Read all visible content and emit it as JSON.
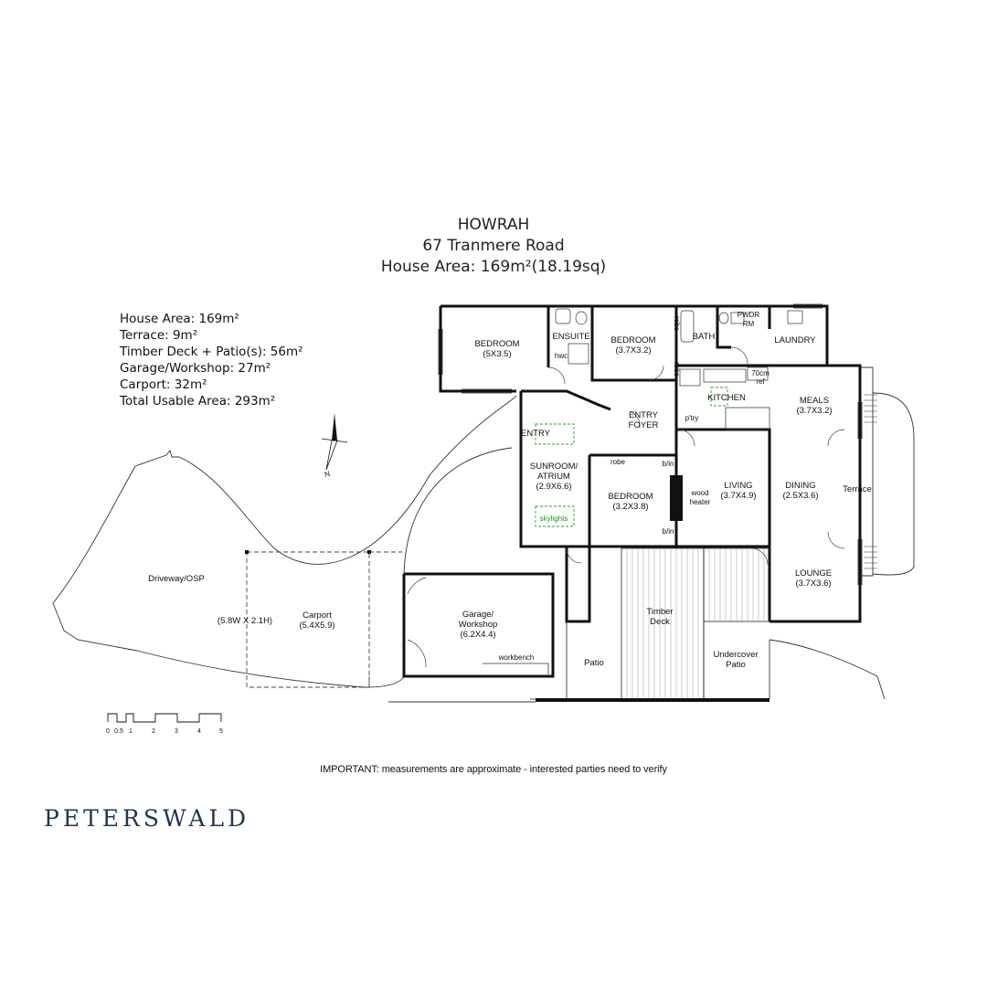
{
  "header": {
    "suburb": "HOWRAH",
    "address": "67 Tranmere Road",
    "house_area": "House Area: 169m²(18.19sq)"
  },
  "areas": [
    "House Area: 169m²",
    "Terrace: 9m²",
    "Timber Deck + Patio(s): 56m²",
    "Garage/Workshop: 27m²",
    "Carport: 32m²",
    "Total Usable Area: 293m²"
  ],
  "rooms": {
    "bedroom1": {
      "name": "BEDROOM",
      "size": "(5X3.5)"
    },
    "ensuite": "ENSUITE",
    "hwc": "hwc",
    "bedroom2": {
      "name": "BEDROOM",
      "size": "(3.7X3.2)"
    },
    "robe_v1": "robe",
    "robe_v2": "robe",
    "bath": "BATH",
    "pwdr": "PWDR",
    "pwdr_rm": "RM",
    "laundry": "LAUNDRY",
    "kitchen": "KITCHEN",
    "fridge_size": "70cm",
    "fridge": "ref",
    "pantry": "p'try",
    "meals": {
      "name": "MEALS",
      "size": "(3.7X3.2)"
    },
    "entry_foyer_1": "ENTRY",
    "entry_foyer_2": "FOYER",
    "entry": "ENTRY",
    "sunroom": {
      "name": "SUNROOM/",
      "name2": "ATRIUM",
      "size": "(2.9X6.6)"
    },
    "skylights": "skylights",
    "robe_h": "robe",
    "bin1": "b/in",
    "bin2": "b/in",
    "bedroom3": {
      "name": "BEDROOM",
      "size": "(3.2X3.8)"
    },
    "wood_heater_1": "wood",
    "wood_heater_2": "heater",
    "living": {
      "name": "LIVING",
      "size": "(3.7X4.9)"
    },
    "dining": {
      "name": "DINING",
      "size": "(2.5X3.6)"
    },
    "terrace": "Terrace",
    "lounge": {
      "name": "LOUNGE",
      "size": "(3.7X3.6)"
    },
    "timber_deck_1": "Timber",
    "timber_deck_2": "Deck",
    "undercover_1": "Undercover",
    "undercover_2": "Patio",
    "patio": "Patio",
    "garage": {
      "name": "Garage/",
      "name2": "Workshop",
      "size": "(6.2X4.4)"
    },
    "workbench": "workbench",
    "carport": {
      "name": "Carport",
      "size": "(5.4X5.9)"
    },
    "carport_dim": "(5.8W X 2.1H)",
    "driveway": "Driveway/OSP"
  },
  "compass": {
    "label": "N"
  },
  "scale": [
    "0",
    "0.5",
    "1",
    "2",
    "3",
    "4",
    "5"
  ],
  "note": "IMPORTANT: measurements are approximate - interested parties need to verify",
  "brand": "PETERSWALD"
}
